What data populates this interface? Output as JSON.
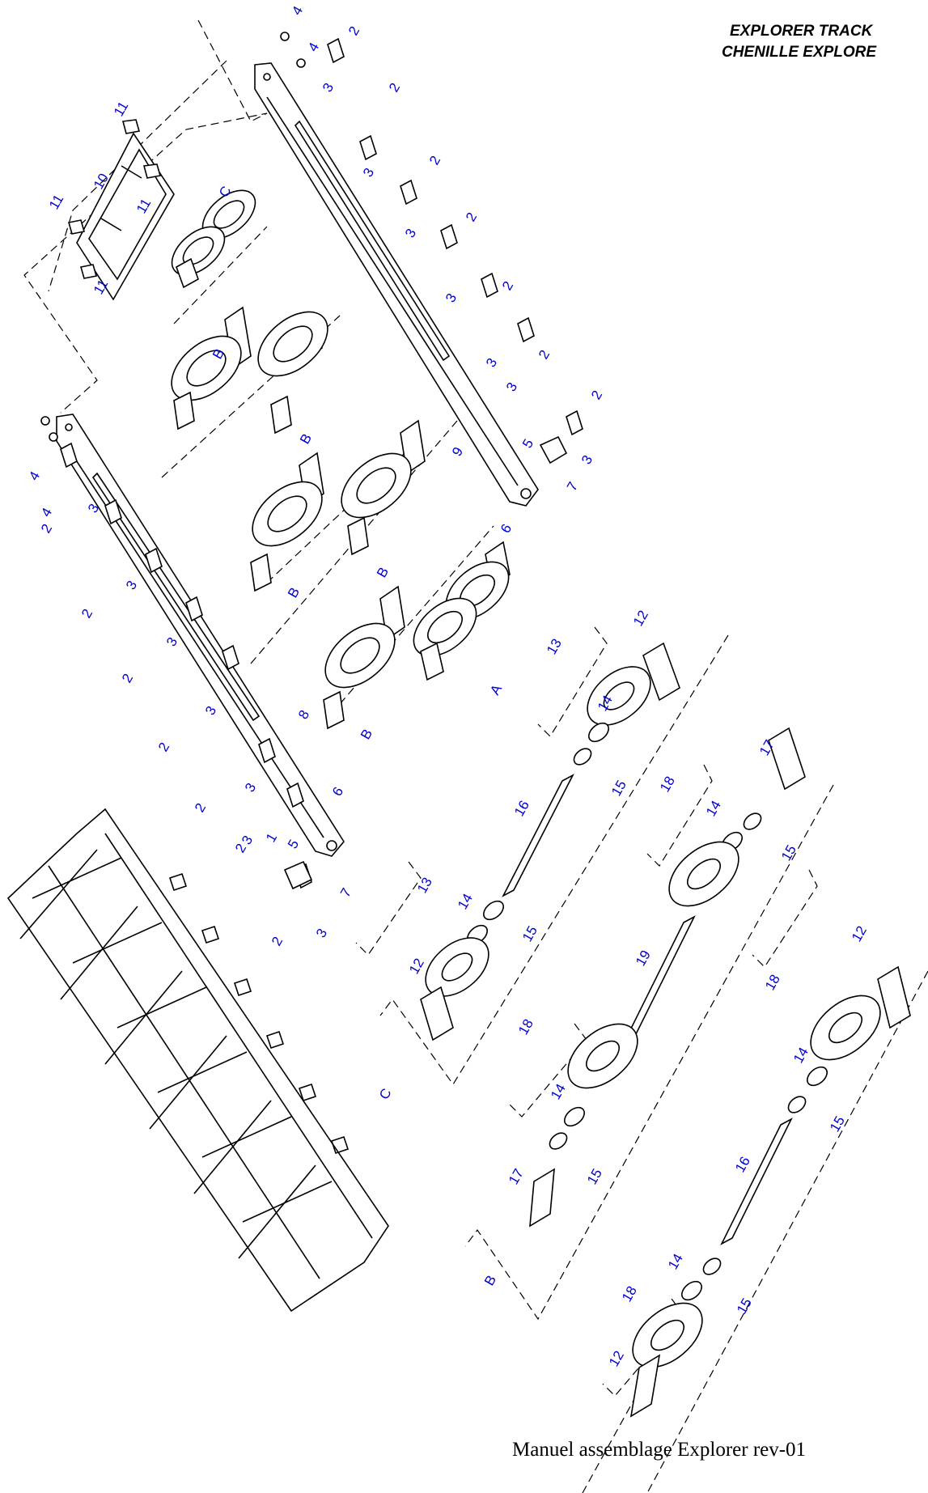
{
  "header": {
    "title_en": "EXPLORER TRACK",
    "title_fr": "CHENILLE EXPLORE"
  },
  "footer": {
    "text": "Manuel assemblage Explorer rev-01"
  },
  "callouts": {
    "c1": "1",
    "c2": "2",
    "c3": "3",
    "c4": "4",
    "c5": "5",
    "c6": "6",
    "c7": "7",
    "c8": "8",
    "c9": "9",
    "c10": "10",
    "c11": "11",
    "c12": "12",
    "c13": "13",
    "c14": "14",
    "c15": "15",
    "c16": "16",
    "c17": "17",
    "c18": "18",
    "c19": "19",
    "cA": "A",
    "cB": "B",
    "cC": "C"
  },
  "colors": {
    "callout": "#0000d0",
    "ink": "#000000",
    "background": "#ffffff"
  }
}
